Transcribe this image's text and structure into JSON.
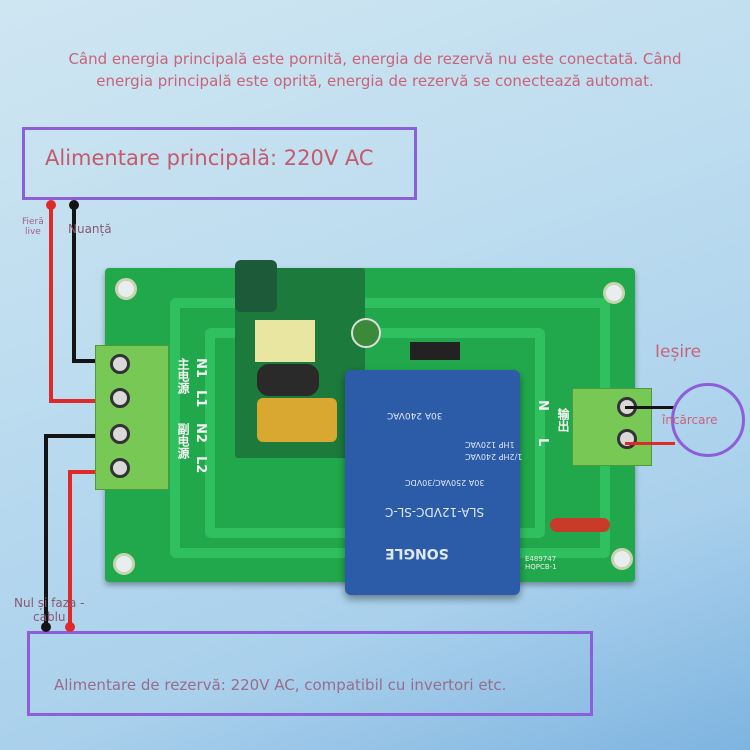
{
  "header": {
    "line1": "Când energia principală este pornită, energia de rezervă nu este conectată. Când",
    "line2": "energia principală este oprită, energia de rezervă se conectează automat."
  },
  "main_power": {
    "title": "Alimentare principală: 220V AC",
    "live_label_1": "Fieră",
    "live_label_2": "live",
    "neutral_label": "Nuanță"
  },
  "backup_power": {
    "title": "Alimentare de rezervă: 220V AC, compatibil cu invertori etc.",
    "cable_label_1": "Nul și faza -",
    "cable_label_2": "cablu"
  },
  "output": {
    "title": "Ieșire",
    "load_label": "încărcare"
  },
  "board": {
    "input_silk": [
      "N1",
      "L1",
      "N2",
      "L2"
    ],
    "input_cn_main": "主电源",
    "input_cn_backup": "副电源",
    "output_silk": [
      "N",
      "L"
    ],
    "output_cn": "输出"
  },
  "relay": {
    "brand": "SONGLE",
    "model": "SLA-12VDC-SL-C",
    "rating1": "30A 250VAC/30VDC",
    "rating2": "1HP 120VAC",
    "rating3": "1/2HP 240VAC",
    "rating4": "30A 240VAC",
    "cert": "E489747 HQPCB-1"
  },
  "colors": {
    "annotation_box": "#8c5ed8",
    "text": "#c45a6c",
    "pcb": "#22a84c",
    "relay": "#2c5ca8",
    "live_wire": "#e02a2a",
    "neutral_wire": "#141414"
  }
}
